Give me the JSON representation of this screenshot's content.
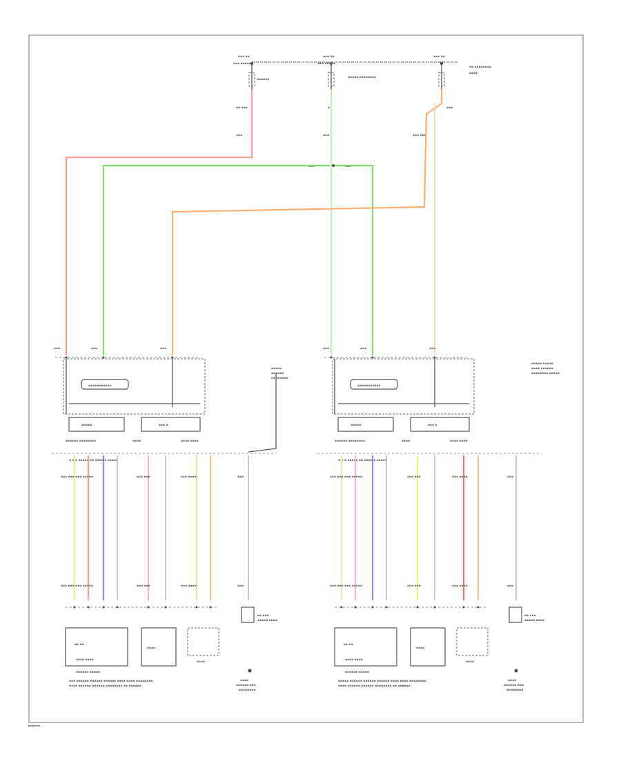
{
  "diagram": {
    "background": "#ffffff",
    "frame_color": "#8a8a8a",
    "text_legibility": "illegible at source resolution",
    "wire_colors": {
      "pink": "#ff9a9a",
      "green": "#7ee06a",
      "orange": "#ffb070",
      "yellow": "#f3ea9e",
      "blue": "#8c8cf5",
      "red": "#ff6a6a",
      "tan": "#e8c98a",
      "light_green": "#c8f0b4",
      "gray": "#b9b9b9"
    },
    "fuses": [
      "fuse-left",
      "fuse-center",
      "fuse-right"
    ],
    "sections": [
      "left-seat-circuit",
      "right-seat-circuit"
    ]
  }
}
